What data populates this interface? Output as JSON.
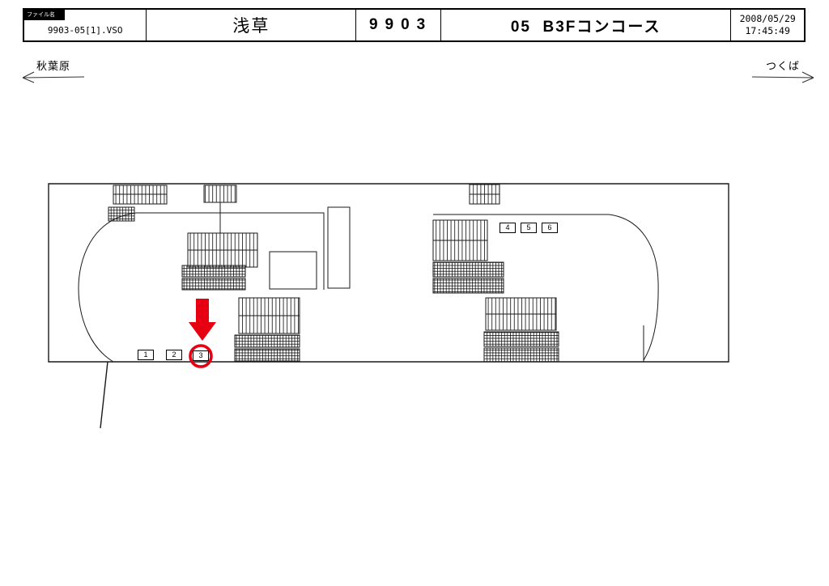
{
  "header": {
    "file_label": "ファイル名",
    "file_name": "9903-05[1].VSO",
    "station": "浅草",
    "board_no": "9903",
    "location": "05  B3Fコンコース",
    "date": "2008/05/29",
    "time": "17:45:49"
  },
  "directions": {
    "left": "秋葉原",
    "right": "つくば"
  },
  "plan": {
    "positions": [
      {
        "label": "1"
      },
      {
        "label": "2"
      },
      {
        "label": "3"
      },
      {
        "label": "4"
      },
      {
        "label": "5"
      },
      {
        "label": "6"
      }
    ],
    "highlighted_position": "3",
    "highlight_color": "#e60012"
  }
}
